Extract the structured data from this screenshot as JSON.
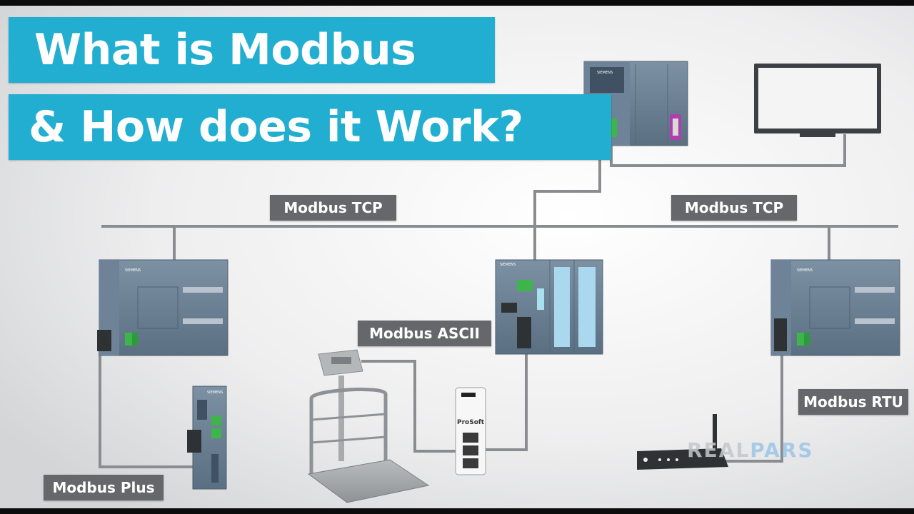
{
  "title": {
    "line1": "What is Modbus",
    "line2": "& How does it Work?"
  },
  "labels": {
    "tcp_left": "Modbus TCP",
    "tcp_right": "Modbus TCP",
    "ascii": "Modbus ASCII",
    "rtu": "Modbus RTU",
    "plus": "Modbus Plus"
  },
  "device_text": {
    "siemens": "SIEMENS",
    "prosoft": "ProSoft"
  },
  "watermark": {
    "part1": "REAL",
    "part2": "PARS"
  },
  "colors": {
    "title_bg": "#21aed1",
    "tag_bg": "#66676a",
    "cable": "#8a8c8f",
    "device_body": "#677c90",
    "connector_green": "#3db54a",
    "watermark_blue": "#9cc6e6"
  }
}
